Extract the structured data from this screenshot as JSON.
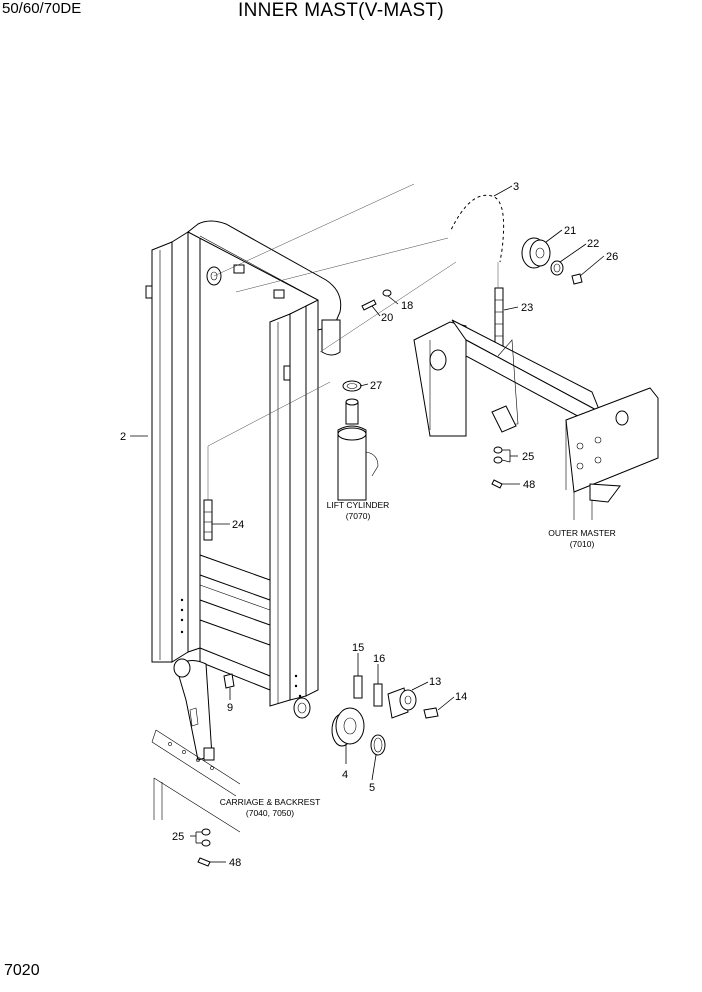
{
  "header": {
    "model": "50/60/70DE",
    "title": "INNER MAST(V-MAST)"
  },
  "page_number": "7020",
  "callouts": {
    "c2": "2",
    "c3": "3",
    "c4": "4",
    "c5": "5",
    "c9": "9",
    "c13": "13",
    "c14": "14",
    "c15": "15",
    "c16": "16",
    "c18": "18",
    "c20": "20",
    "c21": "21",
    "c22": "22",
    "c23": "23",
    "c24": "24",
    "c25a": "25",
    "c25b": "25",
    "c26": "26",
    "c27": "27",
    "c48a": "48",
    "c48b": "48"
  },
  "labels": {
    "lift_cylinder": "LIFT CYLINDER",
    "lift_cylinder_ref": "(7070)",
    "outer_master": "OUTER MASTER",
    "outer_master_ref": "(7010)",
    "carriage": "CARRIAGE & BACKREST",
    "carriage_ref": "(7040, 7050)"
  }
}
